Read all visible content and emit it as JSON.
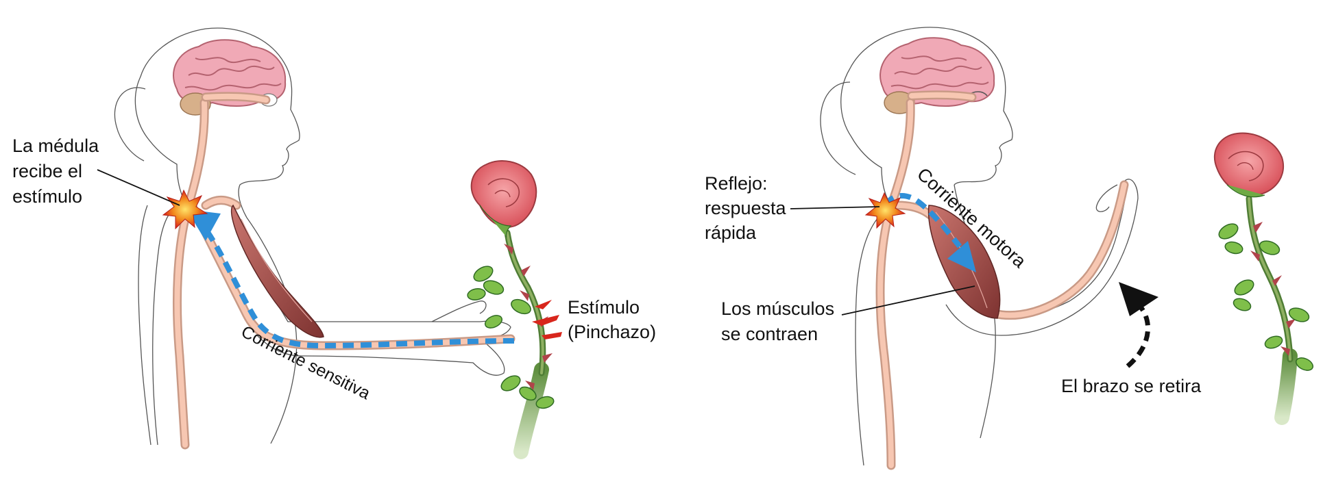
{
  "left_panel": {
    "label_medula": [
      "La médula",
      "recibe el",
      "estímulo"
    ],
    "label_estimulo": [
      "Estímulo",
      "(Pinchazo)"
    ],
    "label_corriente_sensitiva": "Corriente sensitiva"
  },
  "right_panel": {
    "label_reflejo": [
      "Reflejo:",
      "respuesta",
      "rápida"
    ],
    "label_musculos": [
      "Los músculos",
      "se contraen"
    ],
    "label_corriente_motora": "Corriente motora",
    "label_brazo": "El brazo se retira"
  },
  "colors": {
    "sensory_arrow": "#2f8fd8",
    "withdraw_arrow": "#111111",
    "spark": "#e8332a",
    "brain": "#f0a9b6",
    "muscle": "#9e4a45",
    "rose": "#e8737c",
    "stem": "#4f7d35"
  }
}
